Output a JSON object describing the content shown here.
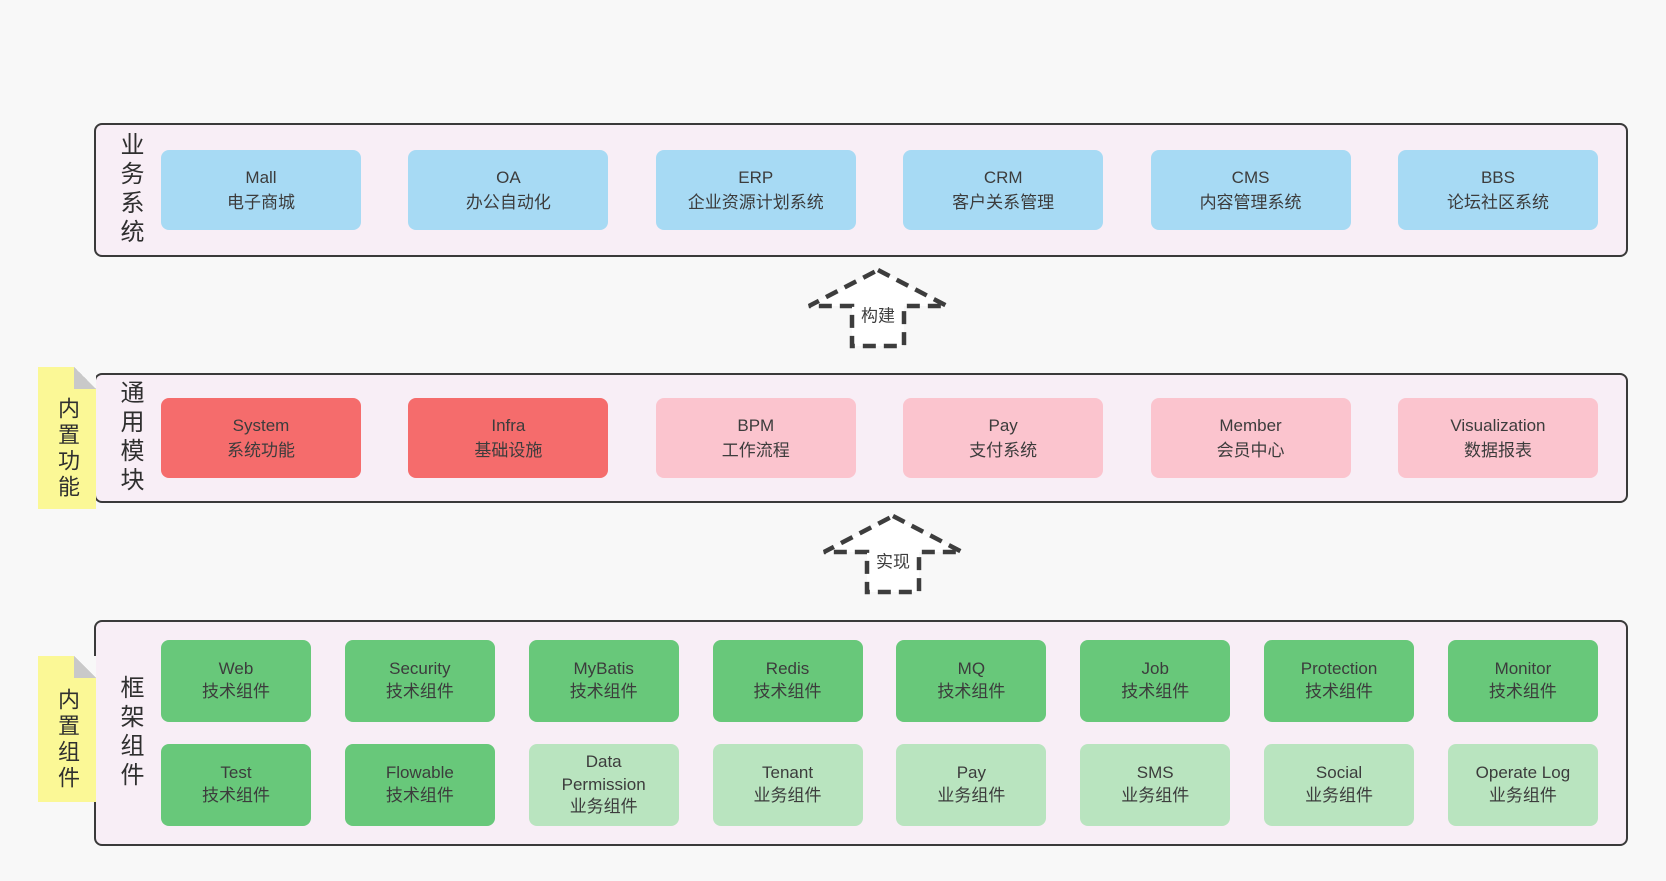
{
  "colors": {
    "page_bg": "#f8f8f8",
    "panel_bg": "#f8eef6",
    "panel_border": "#3a3a3a",
    "blue": "#a7daf4",
    "red": "#f56c6c",
    "pink": "#fbc4ce",
    "green": "#68c87a",
    "light_green": "#b9e4bf",
    "sticky_yellow": "#fbf896",
    "sticky_fold": "#c9c9c9",
    "text": "#3c3c3c"
  },
  "business": {
    "label": "业务系统",
    "boxes": [
      {
        "name": "Mall",
        "desc": "电子商城"
      },
      {
        "name": "OA",
        "desc": "办公自动化"
      },
      {
        "name": "ERP",
        "desc": "企业资源计划系统"
      },
      {
        "name": "CRM",
        "desc": "客户关系管理"
      },
      {
        "name": "CMS",
        "desc": "内容管理系统"
      },
      {
        "name": "BBS",
        "desc": "论坛社区系统"
      }
    ]
  },
  "arrows": {
    "build": "构建",
    "implement": "实现"
  },
  "modules": {
    "label": "通用模块",
    "sticky": "内置功能",
    "boxes": [
      {
        "name": "System",
        "desc": "系统功能"
      },
      {
        "name": "Infra",
        "desc": "基础设施"
      },
      {
        "name": "BPM",
        "desc": "工作流程"
      },
      {
        "name": "Pay",
        "desc": "支付系统"
      },
      {
        "name": "Member",
        "desc": "会员中心"
      },
      {
        "name": "Visualization",
        "desc": "数据报表"
      }
    ]
  },
  "components": {
    "label": "框架组件",
    "sticky": "内置组件",
    "row1": [
      {
        "name": "Web",
        "desc": "技术组件"
      },
      {
        "name": "Security",
        "desc": "技术组件"
      },
      {
        "name": "MyBatis",
        "desc": "技术组件"
      },
      {
        "name": "Redis",
        "desc": "技术组件"
      },
      {
        "name": "MQ",
        "desc": "技术组件"
      },
      {
        "name": "Job",
        "desc": "技术组件"
      },
      {
        "name": "Protection",
        "desc": "技术组件"
      },
      {
        "name": "Monitor",
        "desc": "技术组件"
      }
    ],
    "row2": [
      {
        "name": "Test",
        "desc": "技术组件"
      },
      {
        "name": "Flowable",
        "desc": "技术组件"
      },
      {
        "name": "Data Permission",
        "desc": "业务组件"
      },
      {
        "name": "Tenant",
        "desc": "业务组件"
      },
      {
        "name": "Pay",
        "desc": "业务组件"
      },
      {
        "name": "SMS",
        "desc": "业务组件"
      },
      {
        "name": "Social",
        "desc": "业务组件"
      },
      {
        "name": "Operate Log",
        "desc": "业务组件"
      }
    ]
  }
}
